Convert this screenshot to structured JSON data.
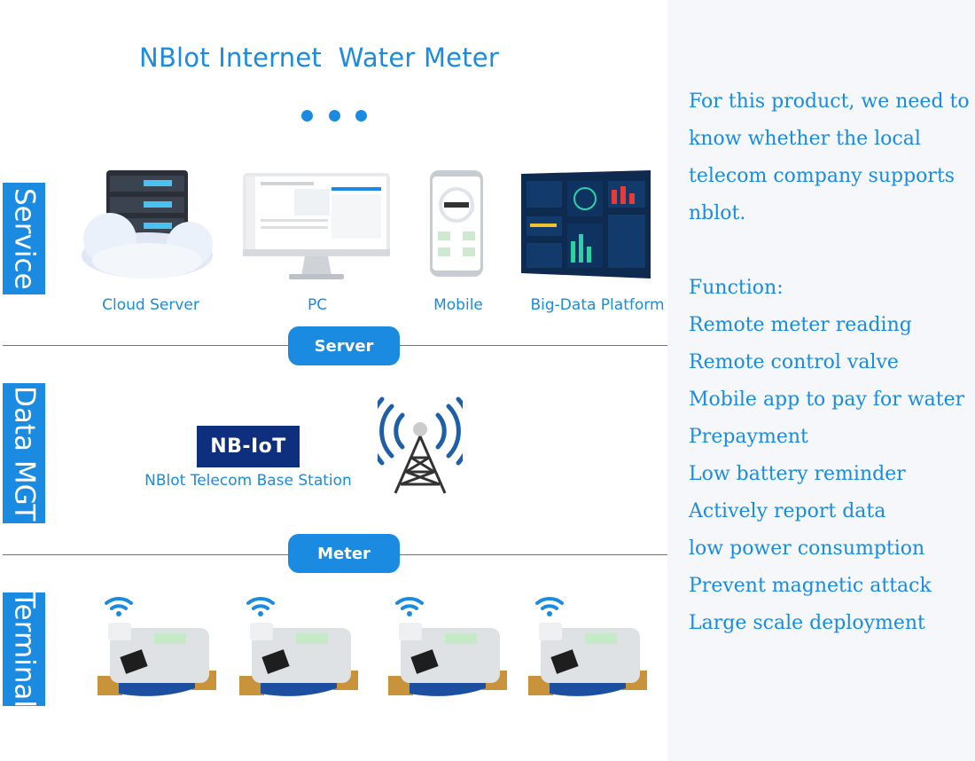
{
  "title": "NBlot Internet  Water Meter",
  "sections": {
    "service": "Service",
    "data_mgt": "Data MGT",
    "terminal": "Terminal"
  },
  "service_items": [
    {
      "label": "Cloud Server",
      "icon": "cloud-server-icon"
    },
    {
      "label": "PC",
      "icon": "desktop-monitor-icon"
    },
    {
      "label": "Mobile",
      "icon": "smartphone-icon"
    },
    {
      "label": "Big-Data Platform",
      "icon": "dashboard-screen-icon"
    }
  ],
  "pills": {
    "server": "Server",
    "meter": "Meter"
  },
  "base_station": {
    "logo_text": "NB-IoT",
    "label": "NBlot Telecom Base Station",
    "icon": "signal-tower-icon"
  },
  "terminal_items": [
    {
      "icon": "water-meter-icon"
    },
    {
      "icon": "water-meter-icon"
    },
    {
      "icon": "water-meter-icon"
    },
    {
      "icon": "water-meter-icon"
    }
  ],
  "right_panel": {
    "intro_lines": [
      "For this product, we need to",
      "know whether the local",
      "telecom company supports",
      "nblot."
    ],
    "function_title": "Function:",
    "functions": [
      "Remote meter reading",
      "Remote control valve",
      "Mobile app to pay for water",
      "Prepayment",
      "Low battery reminder",
      "Actively report data",
      "low power consumption",
      "Prevent magnetic attack",
      "Large scale deployment"
    ]
  },
  "colors": {
    "accent": "#1a8be0",
    "logo_bg": "#0d2f7d",
    "right_bg": "#f6f7fb"
  }
}
